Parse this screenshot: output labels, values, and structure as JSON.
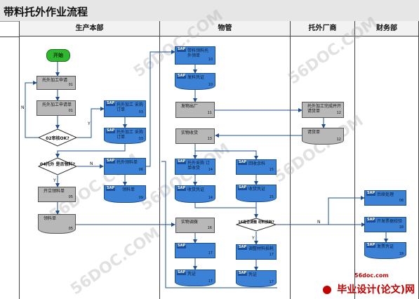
{
  "title": "带料托外作业流程",
  "lanes": [
    "生产本部",
    "物管",
    "托外厂商",
    "财务部"
  ],
  "start_label": "开始",
  "boxes": {
    "b1": {
      "text": "托外加工申请",
      "num": "01"
    },
    "b2": {
      "text": "托外加工申请单",
      "num": "01"
    },
    "b3": {
      "text": "托外加工 采购订单",
      "num": "03"
    },
    "b4": {
      "text": "托外加工 采购订单",
      "num": "03"
    },
    "b5": {
      "text": "开立领料单",
      "num": "05"
    },
    "b6": {
      "text": "领料单",
      "num": "05"
    },
    "b7": {
      "text": "托外领料单",
      "num": "06"
    },
    "b8": {
      "text": "领料单",
      "num": "09"
    },
    "w1": {
      "text": "带料领料托 外领单",
      "num": "10"
    },
    "w2": {
      "text": "发料凭证",
      "num": "10"
    },
    "w3": {
      "text": "发物出厂",
      "num": "11"
    },
    "w4": {
      "text": "实物收货",
      "num": "13"
    },
    "w5": {
      "text": "托外采购 订单收货",
      "num": "14"
    },
    "w6": {
      "text": "收货凭证",
      "num": "14"
    },
    "w7": {
      "text": "回收余料",
      "num": "15"
    },
    "w8": {
      "text": "收货凭证",
      "num": "15"
    },
    "w9": {
      "text": "实物调拨",
      "num": "16"
    },
    "w10": {
      "text": "",
      "num": "17"
    },
    "w11": {
      "text": "凭证",
      "num": "17"
    },
    "w12": {
      "text": "调整材料损耗",
      "num": "17"
    },
    "w13": {
      "text": "凭证",
      "num": "17"
    },
    "v1": {
      "text": "托外加工完成并开 请货单",
      "num": "12"
    },
    "v2": {
      "text": "请货单",
      "num": "12"
    },
    "f1": {
      "text": "后续处理",
      "num": "08"
    },
    "f2": {
      "text": "开发票据校验",
      "num": "18"
    },
    "f3": {
      "text": "发票凭证",
      "num": "18"
    }
  },
  "decisions": {
    "d1": "02审核OK?",
    "d2": "04托外 是否领料?",
    "d3": "16是否调整 材料损耗?"
  },
  "edge_labels": {
    "n1": "N",
    "y1": "Y",
    "n2": "N",
    "y2": "Y",
    "n3": "N",
    "y3": "Y"
  },
  "sap_tag": "SAP",
  "watermark": "56DOC.COM",
  "footer_site": "56doc.com",
  "footer_logo": "毕业设计(论文)网"
}
